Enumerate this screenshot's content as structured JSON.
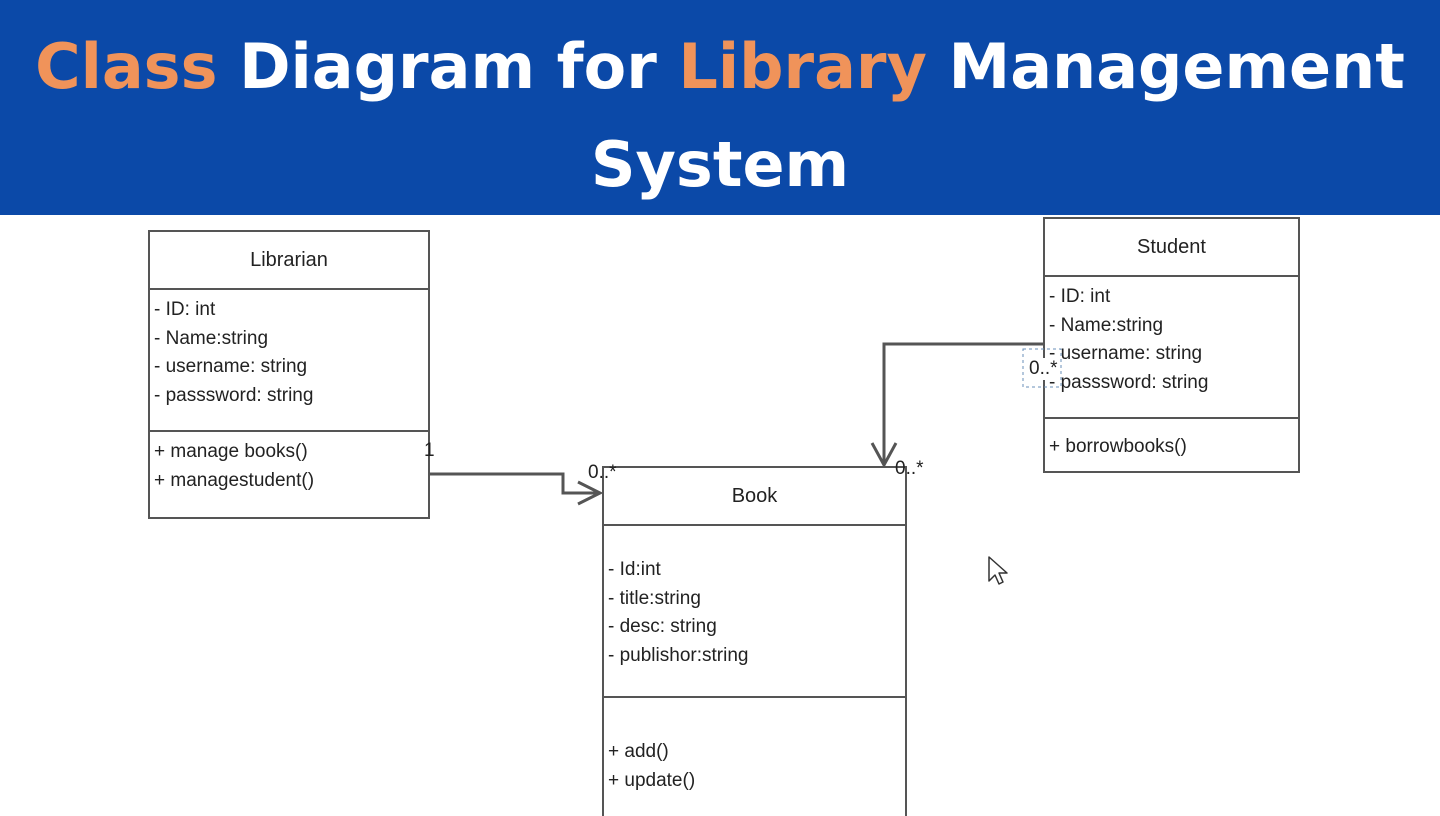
{
  "header": {
    "title_w1": "Class",
    "title_w2": "Diagram for",
    "title_w3": "Library",
    "title_w4": "Management",
    "title_line2": "System",
    "bg_color": "#0b49a8",
    "highlight_color": "#f0935a"
  },
  "classes": {
    "librarian": {
      "name": "Librarian",
      "attributes": [
        "- ID: int",
        "- Name:string",
        "- username: string",
        "- passsword: string"
      ],
      "operations": [
        "+ manage books()",
        "+ managestudent()"
      ]
    },
    "student": {
      "name": "Student",
      "attributes": [
        "- ID: int",
        "- Name:string",
        "- username: string",
        "- passsword: string"
      ],
      "operations": [
        "+ borrowbooks()"
      ]
    },
    "book": {
      "name": "Book",
      "attributes": [
        "- Id:int",
        "- title:string",
        "- desc: string",
        "- publishor:string"
      ],
      "operations": [
        "+ add()",
        "+ update()"
      ]
    }
  },
  "associations": {
    "librarian_book": {
      "source_mult": "1",
      "target_mult": "0..*"
    },
    "student_book": {
      "source_mult": "0..*",
      "target_mult": "0..*"
    }
  },
  "cursor_icon": "mouse-pointer-icon"
}
